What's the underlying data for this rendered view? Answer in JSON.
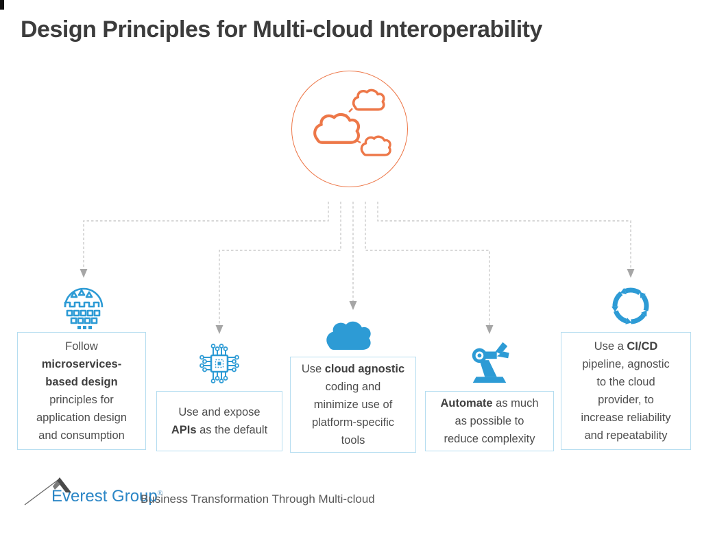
{
  "title": "Design Principles for Multi-cloud Interoperability",
  "colors": {
    "accent_orange": "#ED7748",
    "accent_blue": "#2D9BD5",
    "box_border": "#B5DDF0",
    "body_text": "#4D4D4D",
    "connector_gray": "#CBCBCB",
    "arrow_gray": "#A6A6A6",
    "brand_blue": "#2B86C6",
    "title_text": "#3C3C3C"
  },
  "center": {
    "icon": "multi-cloud-circle-icon"
  },
  "principles": [
    {
      "icon": "microservices-icon",
      "lines": [
        [
          {
            "t": "Follow"
          }
        ],
        [
          {
            "t": "microservices-",
            "b": true
          }
        ],
        [
          {
            "t": "based design",
            "b": true
          }
        ],
        [
          {
            "t": "principles for"
          }
        ],
        [
          {
            "t": "application design"
          }
        ],
        [
          {
            "t": "and consumption"
          }
        ]
      ]
    },
    {
      "icon": "api-chip-icon",
      "lines": [
        [
          {
            "t": "Use and expose"
          }
        ],
        [
          {
            "t": "APIs",
            "b": true
          },
          {
            "t": " as the default"
          }
        ]
      ]
    },
    {
      "icon": "cloud-icon",
      "lines": [
        [
          {
            "t": "Use "
          },
          {
            "t": "cloud agnostic",
            "b": true
          }
        ],
        [
          {
            "t": "coding and"
          }
        ],
        [
          {
            "t": "minimize use of"
          }
        ],
        [
          {
            "t": "platform-specific"
          }
        ],
        [
          {
            "t": "tools"
          }
        ]
      ]
    },
    {
      "icon": "robot-arm-icon",
      "lines": [
        [
          {
            "t": "Automate",
            "b": true
          },
          {
            "t": " as much"
          }
        ],
        [
          {
            "t": "as possible to"
          }
        ],
        [
          {
            "t": "reduce complexity"
          }
        ]
      ]
    },
    {
      "icon": "cicd-cycle-icon",
      "lines": [
        [
          {
            "t": "Use a "
          },
          {
            "t": "CI/CD",
            "b": true
          }
        ],
        [
          {
            "t": "pipeline, agnostic"
          }
        ],
        [
          {
            "t": "to the cloud"
          }
        ],
        [
          {
            "t": "provider, to"
          }
        ],
        [
          {
            "t": "increase reliability"
          }
        ],
        [
          {
            "t": "and repeatability"
          }
        ]
      ]
    }
  ],
  "footer": {
    "brand": "Everest Group",
    "registered": "®",
    "tagline": "Business Transformation Through Multi-cloud"
  }
}
